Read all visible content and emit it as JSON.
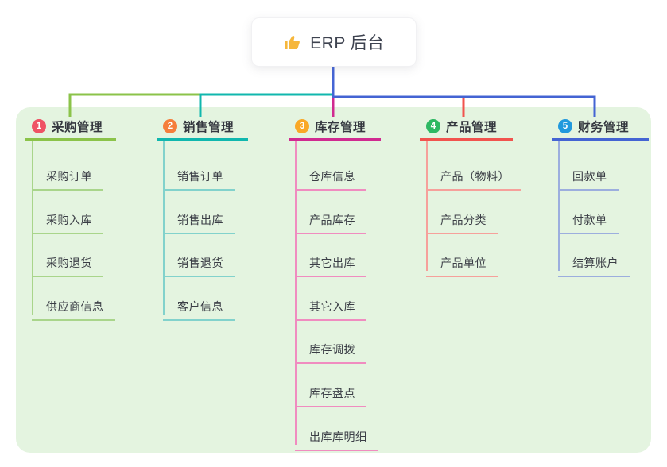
{
  "root": {
    "title": "ERP 后台",
    "icon": "thumbs-up"
  },
  "colors": {
    "panel_bg": "#e4f4e0",
    "root_link": "#4565d5",
    "thumb_icon": "#f6b73c"
  },
  "branches": [
    {
      "index": "1",
      "label": "采购管理",
      "badge_color": "#ef5365",
      "line_color": "#8bc34a",
      "child_line_color": "#a9d58b",
      "children": [
        "采购订单",
        "采购入库",
        "采购退货",
        "供应商信息"
      ]
    },
    {
      "index": "2",
      "label": "销售管理",
      "badge_color": "#f57e3c",
      "line_color": "#10b7ae",
      "child_line_color": "#82d2cc",
      "children": [
        "销售订单",
        "销售出库",
        "销售退货",
        "客户信息"
      ]
    },
    {
      "index": "3",
      "label": "库存管理",
      "badge_color": "#f9a826",
      "line_color": "#d02a90",
      "child_line_color": "#f08cc0",
      "children": [
        "仓库信息",
        "产品库存",
        "其它出库",
        "其它入库",
        "库存调拨",
        "库存盘点",
        "出库库明细"
      ]
    },
    {
      "index": "4",
      "label": "产品管理",
      "badge_color": "#2eb863",
      "line_color": "#f1534e",
      "child_line_color": "#f6a09b",
      "children": [
        "产品（物料）",
        "产品分类",
        "产品单位"
      ]
    },
    {
      "index": "5",
      "label": "财务管理",
      "badge_color": "#2199dd",
      "line_color": "#4464d3",
      "child_line_color": "#9caede",
      "children": [
        "回款单",
        "付款单",
        "结算账户"
      ]
    }
  ]
}
